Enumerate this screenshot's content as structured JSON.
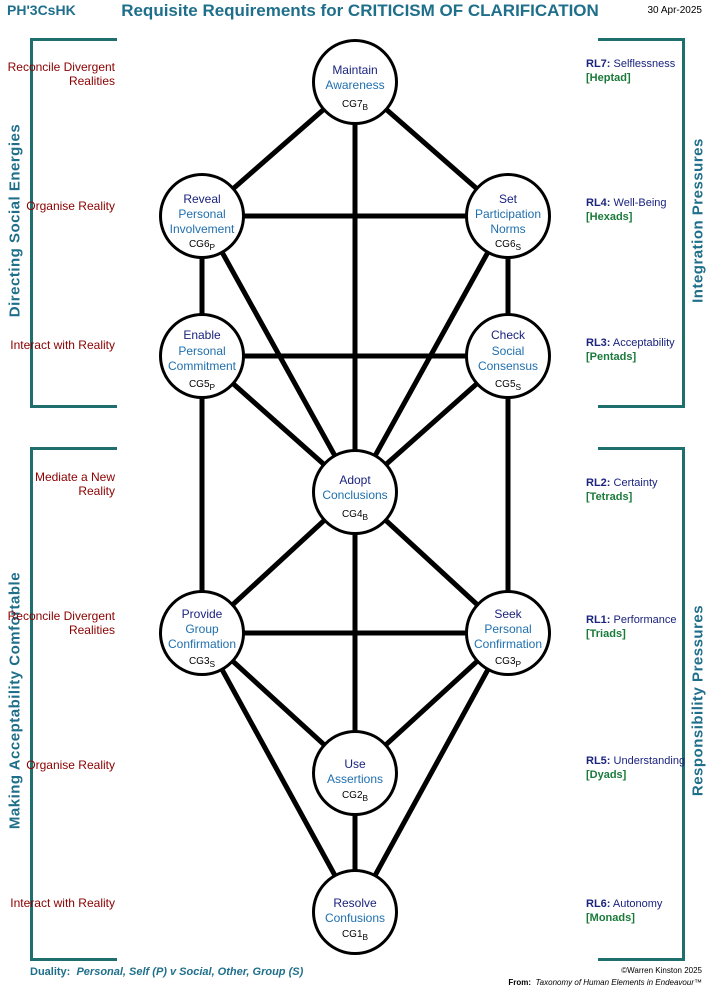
{
  "header": {
    "code": "PH'3CsHK",
    "title": "Requisite Requirements for CRITICISM OF CLARIFICATION",
    "date": "30 Apr-2025"
  },
  "left_groups": {
    "top": "Directing  Social  Energies",
    "bottom": "Making  Acceptability  Comfortable"
  },
  "right_groups": {
    "top": "Integration  Pressures",
    "bottom": "Responsibility  Pressures"
  },
  "left_labels": [
    "Reconcile Divergent Realities",
    "Organise Reality",
    "Interact with Reality",
    "Mediate a New Reality",
    "Reconcile Divergent Realities",
    "Organise Reality",
    "Interact with Reality"
  ],
  "right_levels": [
    {
      "code": "RL7:",
      "name": "Selflessness",
      "group": "[Heptad]"
    },
    {
      "code": "RL4:",
      "name": "Well-Being",
      "group": "[Hexads]"
    },
    {
      "code": "RL3:",
      "name": "Acceptability",
      "group": "[Pentads]"
    },
    {
      "code": "RL2:",
      "name": "Certainty",
      "group": "[Tetrads]"
    },
    {
      "code": "RL1:",
      "name": "Performance",
      "group": "[Triads]"
    },
    {
      "code": "RL5:",
      "name": "Understanding",
      "group": "[Dyads]"
    },
    {
      "code": "RL6:",
      "name": "Autonomy",
      "group": "[Monads]"
    }
  ],
  "nodes": {
    "cg7": {
      "w1": "Maintain",
      "w2": "Awareness",
      "tag": "CG7",
      "sub": "B"
    },
    "cg6p": {
      "w1": "Reveal",
      "w2": "Personal",
      "w3": "Involvement",
      "tag": "CG6",
      "sub": "P"
    },
    "cg6s": {
      "w1": "Set",
      "w2": "Participation",
      "w3": "Norms",
      "tag": "CG6",
      "sub": "S"
    },
    "cg5p": {
      "w1": "Enable",
      "w2": "Personal",
      "w3": "Commitment",
      "tag": "CG5",
      "sub": "P"
    },
    "cg5s": {
      "w1": "Check",
      "w2": "Social",
      "w3": "Consensus",
      "tag": "CG5",
      "sub": "S"
    },
    "cg4": {
      "w1": "Adopt",
      "w2": "Conclusions",
      "tag": "CG4",
      "sub": "B"
    },
    "cg3s": {
      "w1": "Provide",
      "w2": "Group",
      "w3": "Confirmation",
      "tag": "CG3",
      "sub": "S"
    },
    "cg3p": {
      "w1": "Seek",
      "w2": "Personal",
      "w3": "Confirmation",
      "tag": "CG3",
      "sub": "P"
    },
    "cg2": {
      "w1": "Use",
      "w2": "Assertions",
      "tag": "CG2",
      "sub": "B"
    },
    "cg1": {
      "w1": "Resolve",
      "w2": "Confusions",
      "tag": "CG1",
      "sub": "B"
    }
  },
  "footer": {
    "duality_label": "Duality:",
    "duality_text": "Personal, Self (P) v Social, Other, Group (S)",
    "copyright": "©Warren Kinston 2025",
    "from_label": "From:",
    "from_text": "Taxonomy of Human Elements in Endeavour™"
  },
  "colors": {
    "teal": "#1f6f8b",
    "dark_red": "#8b0000",
    "navy": "#1a237e",
    "blue_text": "#1f6fae",
    "green": "#1a7a3a"
  }
}
